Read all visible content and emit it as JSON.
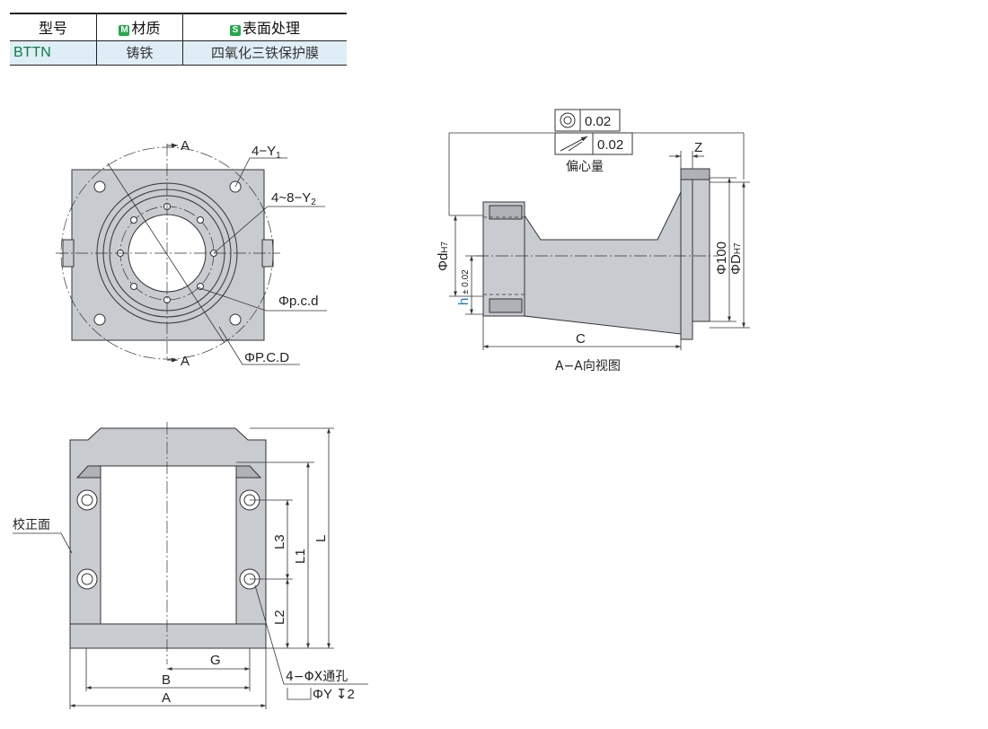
{
  "table": {
    "headers": {
      "model": "型号",
      "material": "材质",
      "surface": "表面处理"
    },
    "material_badge": "M",
    "surface_badge": "S",
    "row": {
      "model": "BTTN",
      "material": "铸铁",
      "surface": "四氧化三铁保护膜"
    },
    "colors": {
      "model_text": "#0a7d43",
      "badge": "#25a94a",
      "cell_bg": "#dfeef6"
    }
  },
  "front_view": {
    "section_mark": "A",
    "holes_label_1": "4−Y",
    "holes_label_1_sub": "1",
    "holes_label_2": "4~8−Y",
    "holes_label_2_sub": "2",
    "pcd_small": "Φp.c.d",
    "pcd_large": "ΦP.C.D"
  },
  "section_view": {
    "concentricity_value": "0.02",
    "runout_value": "0.02",
    "eccentricity_caption": "偏心量",
    "z_label": "Z",
    "d_label": "Φd",
    "d_sub": "H7",
    "h_label": "h",
    "h_tol": "± 0.02",
    "phi100_label": "Φ100",
    "D_label": "ΦD",
    "D_sub": "H7",
    "c_label": "C",
    "caption": "A−A向视图",
    "colors": {
      "h_label": "#1a7fc4"
    }
  },
  "bottom_view": {
    "datum_face": "校正面",
    "L": "L",
    "L1": "L1",
    "L2": "L2",
    "L3": "L3",
    "G": "G",
    "B": "B",
    "A": "A",
    "hole_note_1": "4−ΦX通孔",
    "hole_note_2": "ΦY",
    "hole_note_depth": "2"
  }
}
